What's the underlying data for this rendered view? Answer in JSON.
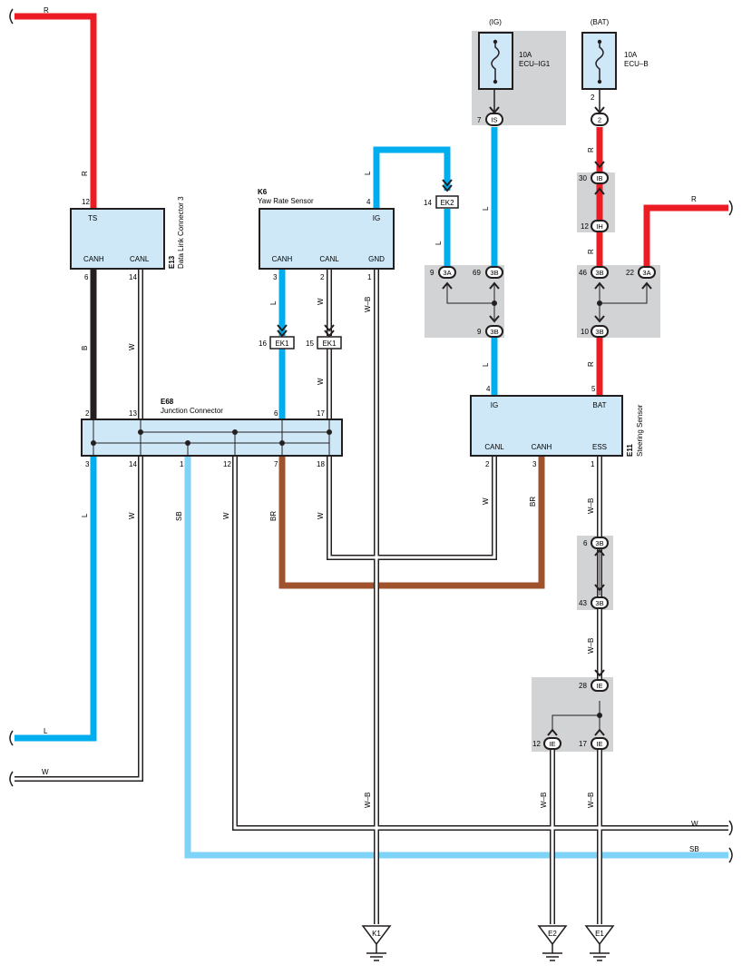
{
  "fuse_ig": {
    "source": "(IG)",
    "rating": "10A",
    "name": "ECU–IG1"
  },
  "fuse_bat": {
    "source": "(BAT)",
    "rating": "10A",
    "name": "ECU–B",
    "pin": "2"
  },
  "e13": {
    "code": "E13",
    "name": "Data Link Connector 3",
    "pins": {
      "ts": "TS",
      "canh": "CANH",
      "canl": "CANL"
    },
    "nums": {
      "ts": "12",
      "canh": "6",
      "canl": "14"
    }
  },
  "k6": {
    "code": "K6",
    "name": "Yaw Rate Sensor",
    "pins": {
      "ig": "IG",
      "canh": "CANH",
      "canl": "CANL",
      "gnd": "GND"
    },
    "nums": {
      "ig": "4",
      "canh": "3",
      "canl": "2",
      "gnd": "1"
    }
  },
  "e68": {
    "code": "E68",
    "name": "Junction Connector",
    "top_nums": [
      "2",
      "13",
      "6",
      "17"
    ],
    "bottom_nums": [
      "3",
      "14",
      "1",
      "12",
      "7",
      "18"
    ]
  },
  "e11": {
    "code": "E11",
    "name": "Steering Sensor",
    "pins": {
      "ig": "IG",
      "bat": "BAT",
      "canl": "CANL",
      "canh": "CANH",
      "ess": "ESS"
    },
    "nums": {
      "ig": "4",
      "bat": "5",
      "canl": "2",
      "canh": "3",
      "ess": "1"
    }
  },
  "connectors": {
    "is": {
      "label": "IS",
      "pin": "7"
    },
    "ib_2": {
      "label": "2"
    },
    "ib": {
      "label": "IB",
      "pin": "30"
    },
    "ih": {
      "label": "IH",
      "pin": "12"
    },
    "ek2": {
      "label": "EK2",
      "pin": "14"
    },
    "ek1a": {
      "label": "EK1",
      "pin": "16"
    },
    "ek1b": {
      "label": "EK1",
      "pin": "15"
    },
    "j3a_l": {
      "label": "3A",
      "pin": "9"
    },
    "j3b_l": {
      "label": "3B",
      "pin": "69"
    },
    "j3b_l2": {
      "label": "3B",
      "pin": "9"
    },
    "j3b_r": {
      "label": "3B",
      "pin": "46"
    },
    "j3a_r": {
      "label": "3A",
      "pin": "22"
    },
    "j3b_r2": {
      "label": "3B",
      "pin": "10"
    },
    "j3b_e1": {
      "label": "3B",
      "pin": "6"
    },
    "j3b_e2": {
      "label": "3B",
      "pin": "43"
    },
    "ie_top": {
      "label": "IE",
      "pin": "28"
    },
    "ie_l": {
      "label": "IE",
      "pin": "12"
    },
    "ie_r": {
      "label": "IE",
      "pin": "17"
    }
  },
  "wire_labels": {
    "r_top": "R",
    "r_e13": "R",
    "r_ib": "R",
    "r_3a": "R",
    "r_ih": "R",
    "r_bat": "R",
    "l_ek2": "L",
    "l_ek2b": "L",
    "l_is": "L",
    "l_k6": "L",
    "l_ig": "L",
    "l_e68": "L",
    "l_left": "L",
    "w_k6": "W",
    "w_e13": "W",
    "w_e68": "W",
    "w_canl": "W",
    "w_e68b": "W",
    "w_left": "W",
    "w_right": "W",
    "b_e13": "B",
    "br_e68": "BR",
    "br_e11": "BR",
    "sb_e68": "SB",
    "sb_right": "SB",
    "wb_k6": "W–B",
    "wb_k6b": "W–B",
    "wb_ess": "W–B",
    "wb_ess2": "W–B",
    "wb_ie_l": "W–B",
    "wb_ie_r": "W–B"
  },
  "grounds": {
    "k1": "K1",
    "e2": "E2",
    "e1": "E1"
  },
  "colors": {
    "red": "#ec1c24",
    "blue": "#00aeef",
    "light_blue": "#7fd3f7",
    "brown": "#a0522d",
    "black": "#231f20",
    "box_fill": "#cfe8f7",
    "shade": "#d1d3d4"
  }
}
